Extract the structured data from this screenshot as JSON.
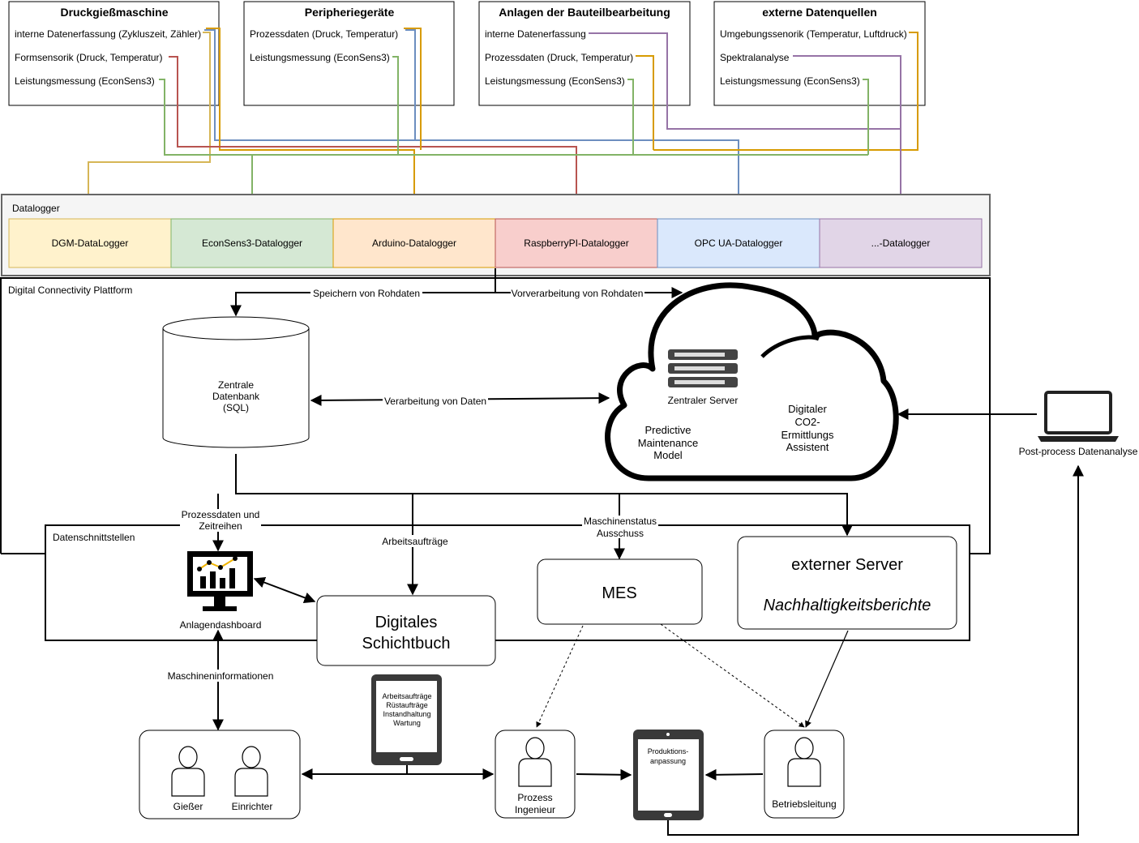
{
  "sources": [
    {
      "title": "Druckgießmaschine",
      "items": [
        "interne Datenerfassung (Zykluszeit, Zähler)",
        "Formsensorik (Druck, Temperatur)",
        "Leistungsmessung (EconSens3)"
      ]
    },
    {
      "title": "Peripheriegeräte",
      "items": [
        "Prozessdaten (Druck, Temperatur)",
        "Leistungsmessung (EconSens3)"
      ]
    },
    {
      "title": "Anlagen der Bauteilbearbeitung",
      "items": [
        "interne Datenerfassung",
        "Prozessdaten (Druck, Temperatur)",
        "Leistungsmessung (EconSens3)"
      ]
    },
    {
      "title": "externe Datenquellen",
      "items": [
        "Umgebungssenorik (Temperatur, Luftdruck)",
        "Spektralanalyse",
        "Leistungsmessung (EconSens3)"
      ]
    }
  ],
  "datalogger": {
    "label": "Datalogger",
    "boxes": [
      {
        "name": "DGM-DataLogger",
        "fill": "#fff2cc",
        "stroke": "#d6b656"
      },
      {
        "name": "EconSens3-Datalogger",
        "fill": "#d5e8d4",
        "stroke": "#82b366"
      },
      {
        "name": "Arduino-Datalogger",
        "fill": "#ffe6cc",
        "stroke": "#d79b00"
      },
      {
        "name": "RaspberryPI-Datalogger",
        "fill": "#f8cecc",
        "stroke": "#b85450"
      },
      {
        "name": "OPC UA-Datalogger",
        "fill": "#dae8fc",
        "stroke": "#6c8ebf"
      },
      {
        "name": "...-Datalogger",
        "fill": "#e1d5e7",
        "stroke": "#9673a6"
      }
    ]
  },
  "line_colors": {
    "blue": "#6c8ebf",
    "red": "#b85450",
    "green": "#82b366",
    "orange": "#d79b00",
    "yellow": "#d6b656",
    "purple": "#9673a6"
  },
  "platform": {
    "label": "Digital Connectivity Plattform",
    "store_raw": "Speichern von Rohdaten",
    "preprocess_raw": "Vorverarbeitung von Rohdaten",
    "processing": "Verarbeitung von Daten",
    "database": [
      "Zentrale",
      "Datenbank",
      "(SQL)"
    ],
    "server": "Zentraler Server",
    "predictive": [
      "Predictive",
      "Maintenance",
      "Model"
    ],
    "co2": [
      "Digitaler",
      "CO2-",
      "Ermittlungs",
      "Assistent"
    ]
  },
  "interfaces": {
    "label": "Datenschnittstellen",
    "process_data": [
      "Prozessdaten und",
      "Zeitreihen"
    ],
    "work_orders": "Arbeitsaufträge",
    "machine_status": [
      "Maschinenstatus",
      "Ausschuss"
    ],
    "dashboard": "Anlagendashboard",
    "shiftbook": [
      "Digitales",
      "Schichtbuch"
    ],
    "mes": "MES",
    "external_server": "externer Server",
    "sustainability": "Nachhaltigkeitsberichte"
  },
  "post_process": "Post-process Datenanalyse",
  "machine_info": "Maschineninformationen",
  "tablet_items": [
    "Arbeitsaufträge",
    "Rüstaufträge",
    "Instandhaltung",
    "Wartung"
  ],
  "tablet_prod": [
    "Produktions-",
    "anpassung"
  ],
  "people": {
    "caster": "Gießer",
    "setter": "Einrichter",
    "engineer": [
      "Prozess",
      "Ingenieur"
    ],
    "management": "Betriebsleitung"
  }
}
